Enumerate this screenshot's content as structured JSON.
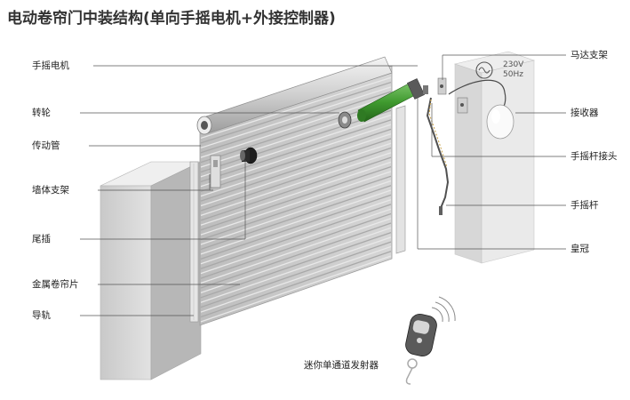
{
  "title": "电动卷帘门中装结构(单向手摇电机+外接控制器)",
  "labels_left": [
    "手摇电机",
    "转轮",
    "传动管",
    "墙体支架",
    "尾插",
    "金属卷帘片",
    "导轨"
  ],
  "labels_right": [
    "马达支架",
    "接收器",
    "手摇杆接头",
    "手摇杆",
    "皇冠"
  ],
  "remote_label": "迷你单通道发射器",
  "power_spec": [
    "230V",
    "50Hz"
  ],
  "colors": {
    "motor_green": "#3f9a2f",
    "leader_line": "#555555",
    "wall": "#d8d8d8"
  }
}
